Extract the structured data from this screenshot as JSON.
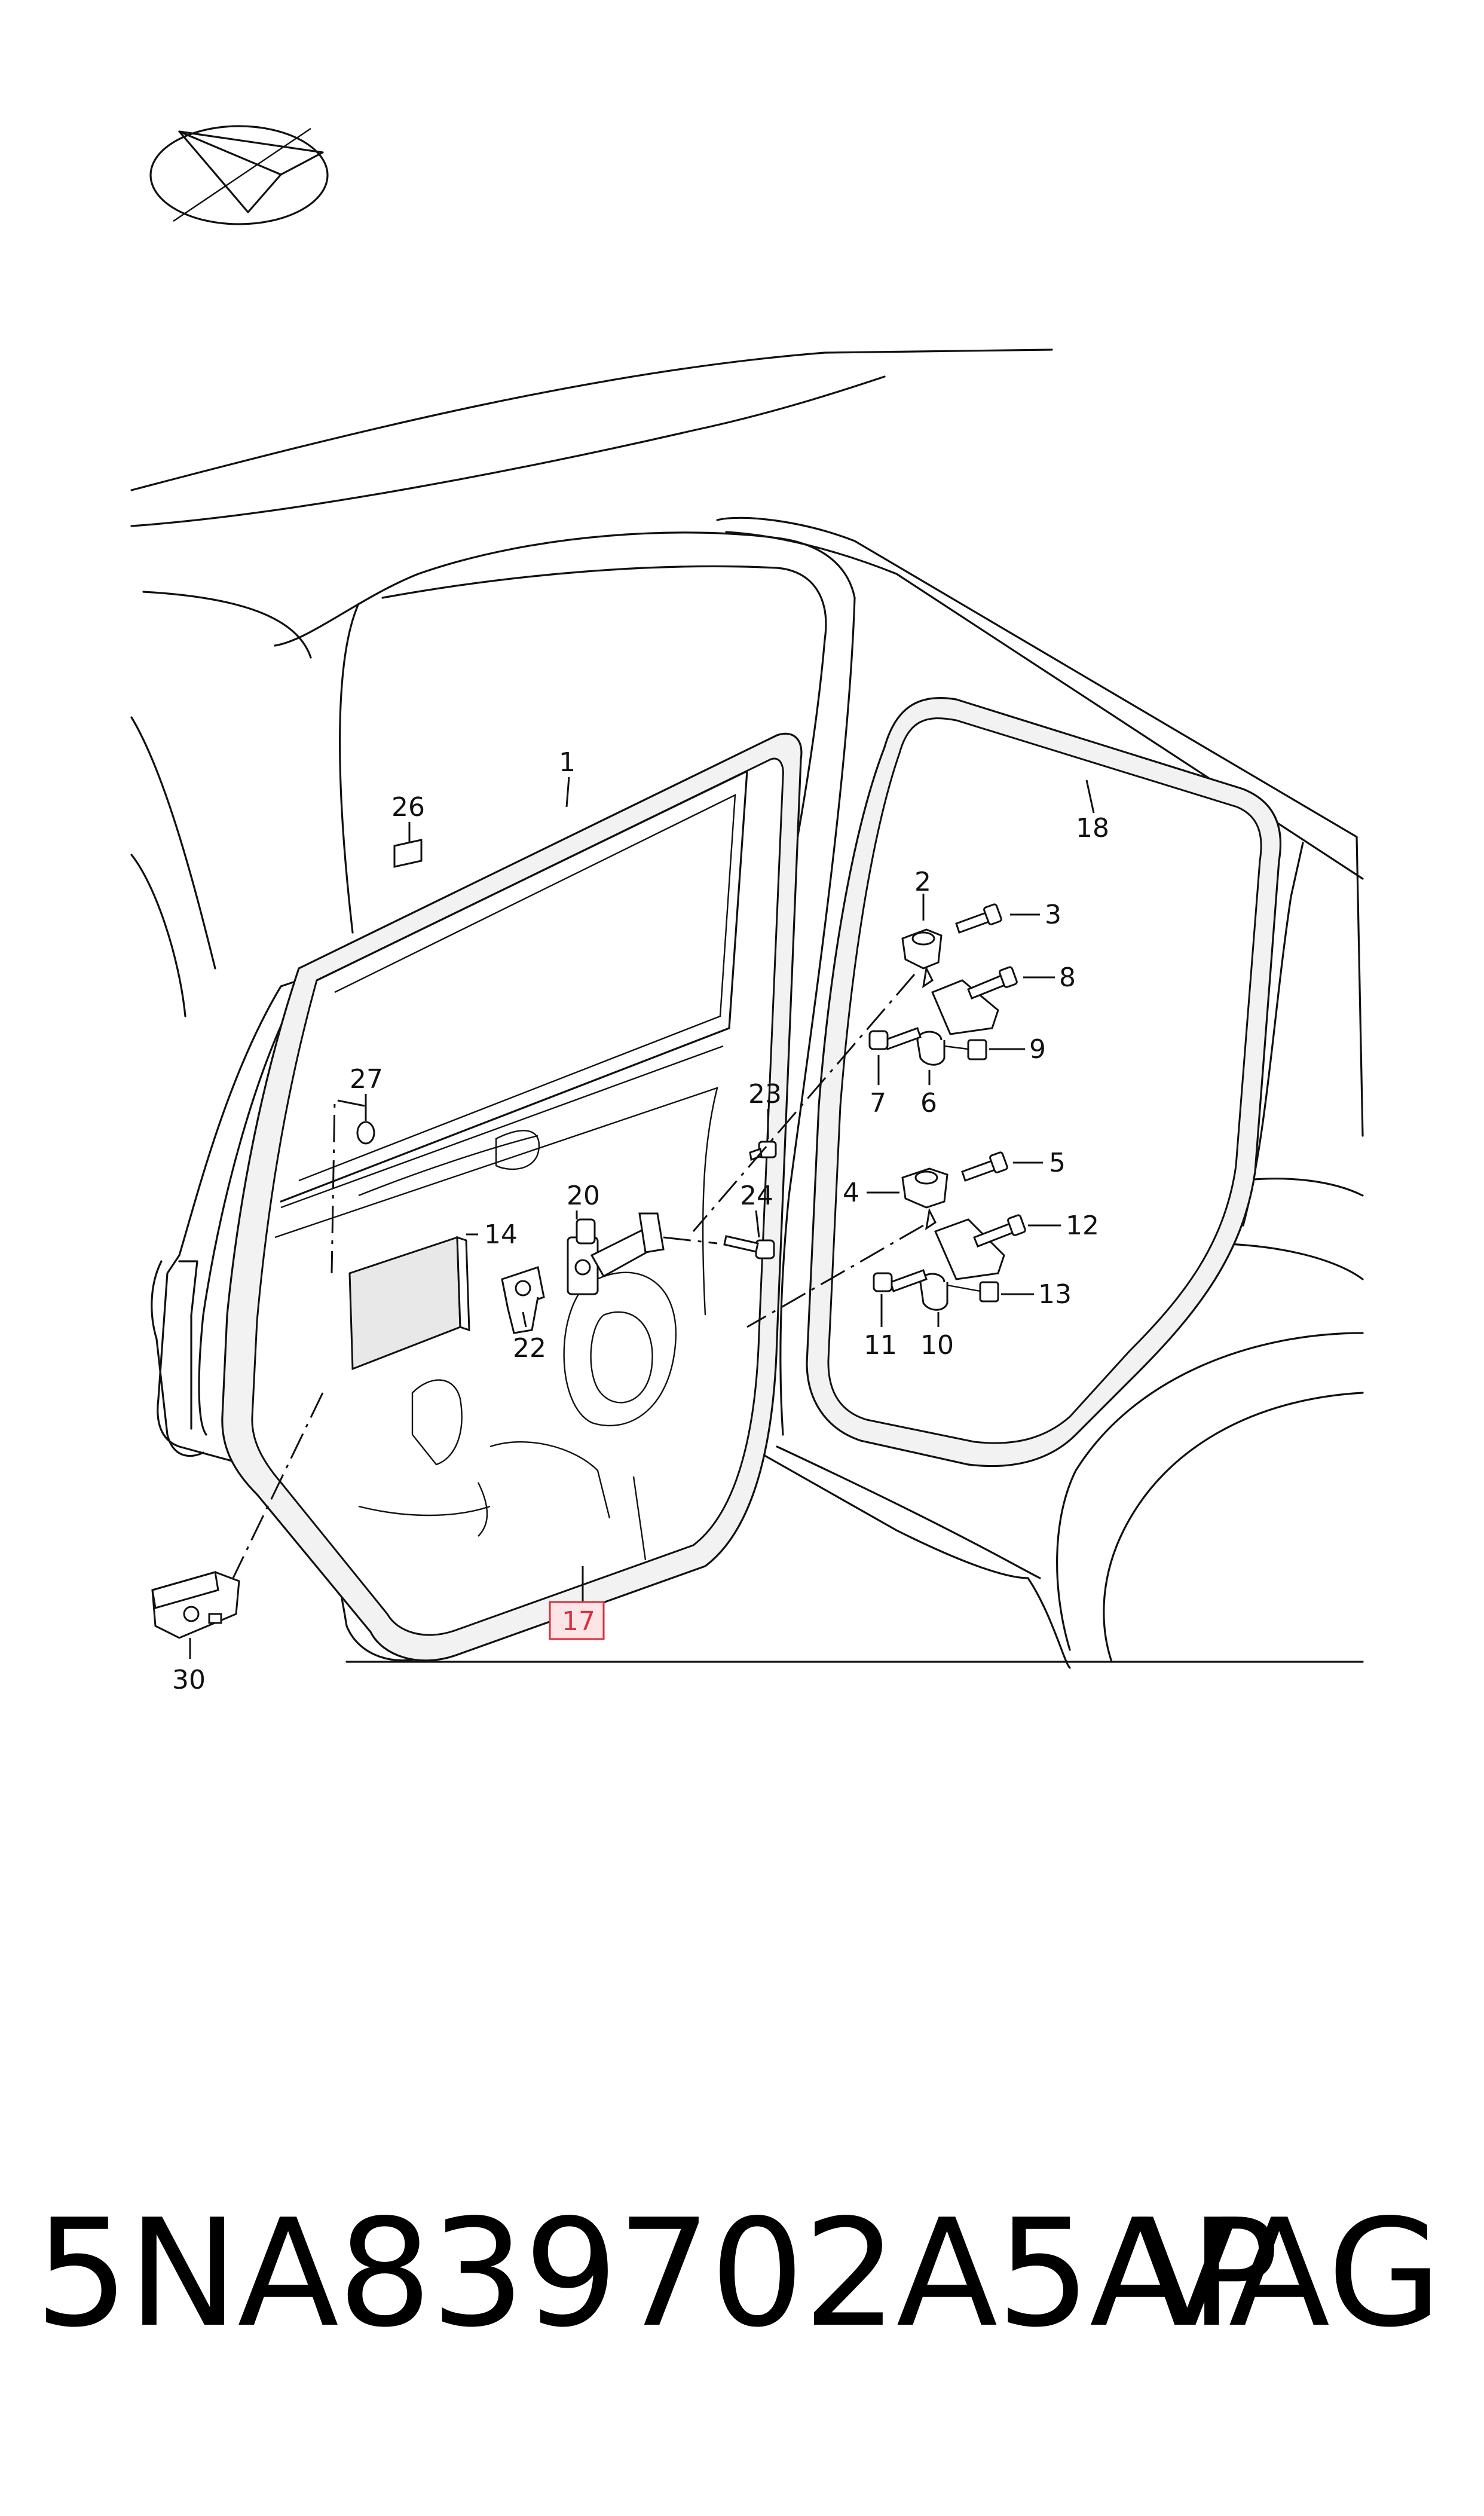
{
  "diagram": {
    "callouts": {
      "c1": "1",
      "c2": "2",
      "c3": "3",
      "c4": "4",
      "c5": "5",
      "c6": "6",
      "c7": "7",
      "c8": "8",
      "c9": "9",
      "c10": "10",
      "c11": "11",
      "c12": "12",
      "c13": "13",
      "c14": "14",
      "c17": "17",
      "c18": "18",
      "c20": "20",
      "c22": "22",
      "c23": "23",
      "c24": "24",
      "c26": "26",
      "c27": "27",
      "c30": "30"
    },
    "highlighted_callout": "17",
    "highlight_color": "#d9303f"
  },
  "footer": {
    "part_number": "5NA839702A5AP",
    "brand": "VAG"
  }
}
